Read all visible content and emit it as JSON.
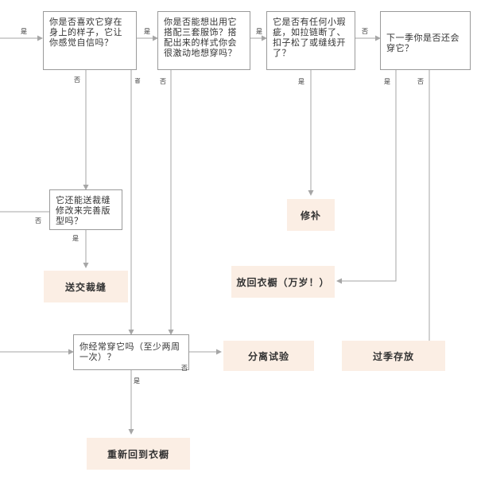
{
  "colors": {
    "line": "#a6a6a6",
    "box_border": "#9a9a9a",
    "answer_fill": "#fbeee4",
    "text": "#333333"
  },
  "questions": {
    "q1": "你是否喜欢它穿在身上的样子，它让你感觉自信吗？",
    "q2": "你是否能想出用它搭配三套服饰？搭配出来的样式你会很激动地想穿吗？",
    "q3": "它是否有任何小瑕疵，如拉链断了、扣子松了或缝线开了？",
    "q4": "下一季你是否还会穿它？",
    "q5": "它还能送裁缝修改来完善版型吗？",
    "q6": "你经常穿它吗（至少两周一次）？"
  },
  "answers": {
    "repair": "修补",
    "tailor": "送交裁缝",
    "back_closet": "放回衣橱（万岁！）",
    "separate": "分离试验",
    "store": "过季存放",
    "return_closet": "重新回到衣橱"
  },
  "labels": {
    "yes": "是",
    "no": "否",
    "yes_rotated": "是"
  }
}
